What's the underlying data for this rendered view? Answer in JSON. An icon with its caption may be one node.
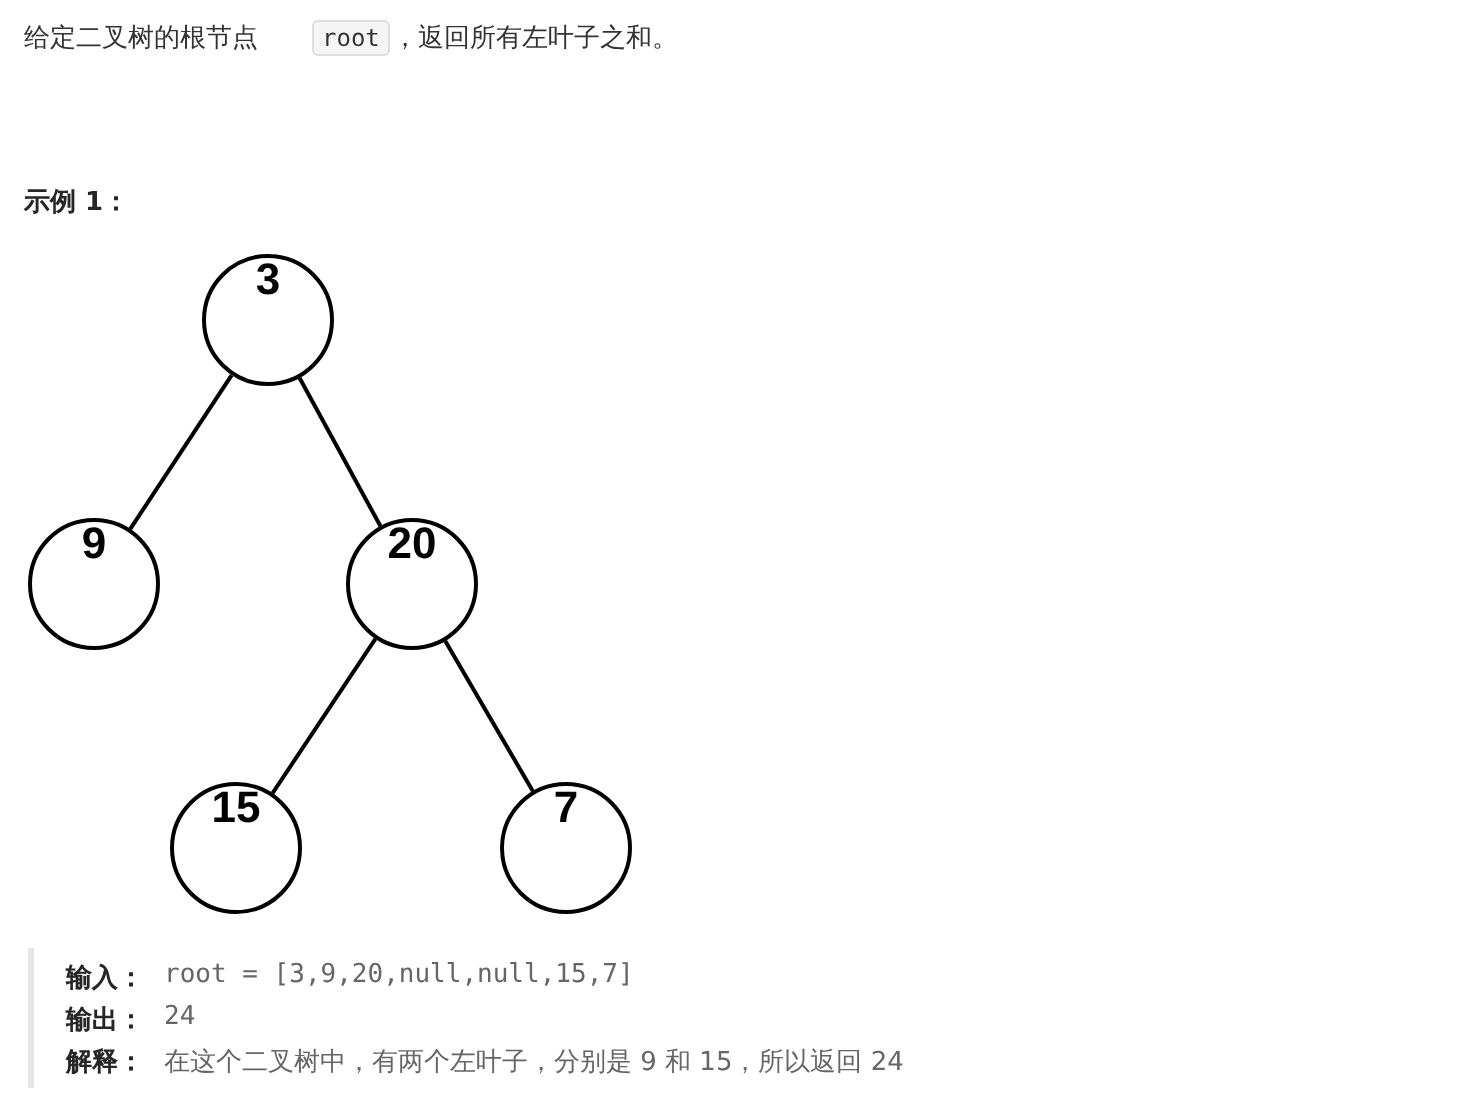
{
  "diagram": {
    "nodes": [
      {
        "text": [
          "3"
        ]
      },
      {
        "text": [
          "9"
        ]
      },
      {
        "text": [
          "20"
        ]
      },
      {
        "text": [
          "15"
        ]
      },
      {
        "text": [
          "7"
        ]
      }
    ],
    "edges": [
      {
        "from": 0,
        "to": 1,
        "arrow": "none"
      },
      {
        "from": 0,
        "to": 2,
        "arrow": "none"
      },
      {
        "from": 2,
        "to": 3,
        "arrow": "none"
      },
      {
        "from": 2,
        "to": 4,
        "arrow": "none"
      }
    ],
    "labels": [
      "给定二叉树的根节点",
      "root",
      "，返回所有左叶子之和。",
      "示例 1：",
      "输入：",
      "root = [3,9,20,null,null,15,7]",
      "输出：",
      "24",
      "解释：",
      "在这个二叉树中，有两个左叶子，分别是 9 和 15，所以返回 24"
    ]
  }
}
